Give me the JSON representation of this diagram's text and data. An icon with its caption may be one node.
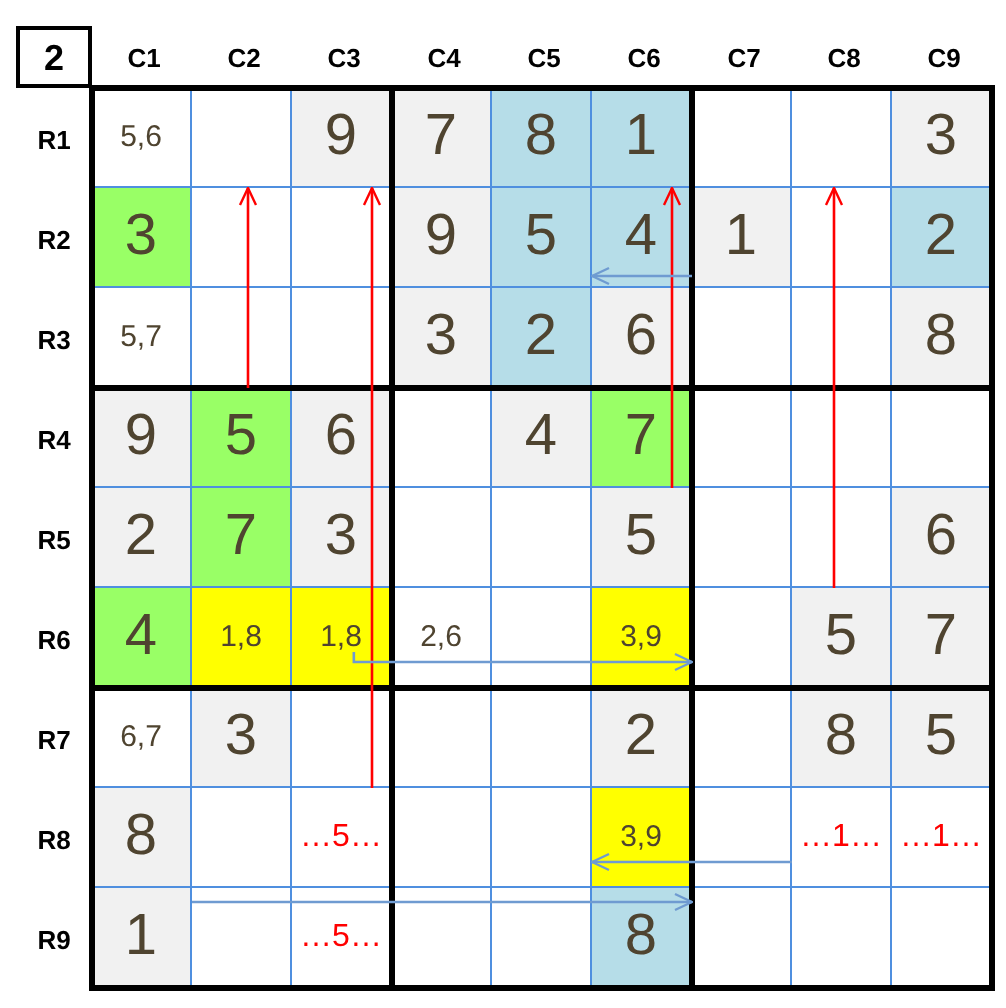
{
  "diagram": {
    "nodes": [
      {
        "text": [
          "2"
        ]
      },
      {
        "text": [],
        "shape": "box"
      },
      {
        "text": [],
        "shape": "box"
      },
      {
        "text": [
          "4"
        ]
      },
      {
        "text": [
          "1"
        ]
      },
      {
        "text": [],
        "shape": "box"
      },
      {
        "text": [
          "5"
        ]
      },
      {
        "text": [
          "5"
        ]
      },
      {
        "text": [
          "1,8"
        ]
      },
      {
        "text": [
          "3,9"
        ]
      },
      {
        "text": [
          "5"
        ]
      },
      {
        "text": [
          "…5…"
        ]
      },
      {
        "text": [
          "3,9"
        ]
      },
      {
        "text": [
          "…1…"
        ]
      },
      {
        "text": [
          "1"
        ]
      },
      {
        "text": [
          "8"
        ]
      }
    ],
    "edges": [
      {
        "from": 6,
        "to": 1,
        "arrow": "to",
        "color": "#ff0000"
      },
      {
        "from": 11,
        "to": 2,
        "arrow": "to",
        "color": "#ff0000"
      },
      {
        "from": 7,
        "to": 3,
        "arrow": "to",
        "color": "#ff0000"
      },
      {
        "from": 10,
        "to": 5,
        "arrow": "to",
        "color": "#ff0000"
      },
      {
        "from": 4,
        "to": 3,
        "arrow": "to",
        "color": "#6f9bd1"
      },
      {
        "from": 8,
        "to": 9,
        "arrow": "to",
        "color": "#6f9bd1"
      },
      {
        "from": 13,
        "to": 12,
        "arrow": "to",
        "color": "#6f9bd1"
      },
      {
        "from": 14,
        "to": 15,
        "arrow": "to",
        "color": "#6f9bd1"
      }
    ],
    "labels": [
      "C1",
      "C2",
      "C3",
      "C4",
      "C5",
      "C6",
      "C7",
      "C8",
      "C9",
      "R1",
      "5,6",
      "9",
      "7",
      "8",
      "1",
      "3",
      "R2",
      "3",
      "9",
      "5",
      "2",
      "R3",
      "5,7",
      "3",
      "2",
      "6",
      "8",
      "R4",
      "9",
      "6",
      "4",
      "7",
      "R5",
      "2",
      "7",
      "3",
      "6",
      "R6",
      "4",
      "1,8",
      "2,6",
      "7",
      "R7",
      "6,7",
      "3",
      "2",
      "8",
      "5",
      "R8",
      "8",
      "…1…",
      "R9",
      "…5…"
    ]
  }
}
